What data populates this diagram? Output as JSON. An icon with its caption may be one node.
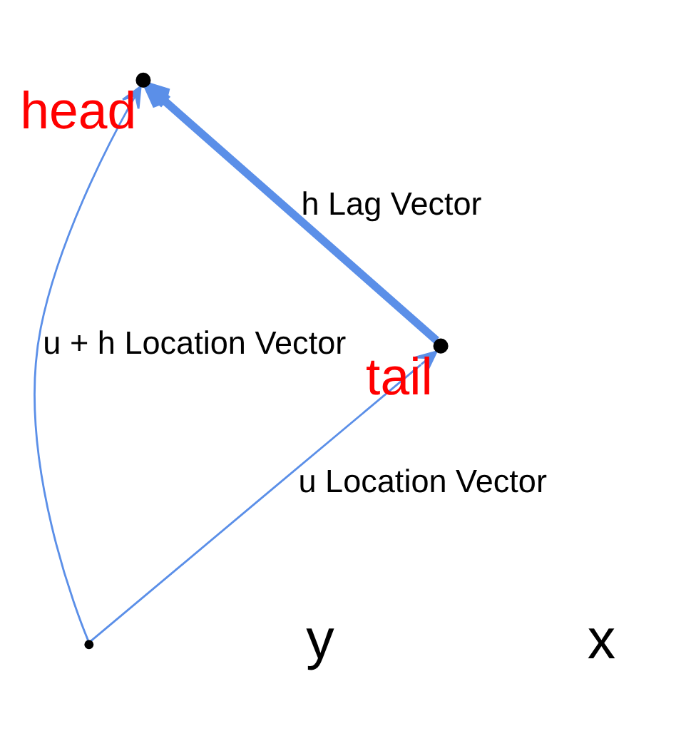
{
  "diagram": {
    "nodes": [
      {
        "text": [],
        "shape": "circle",
        "beside": [
          "head"
        ]
      },
      {
        "text": [],
        "shape": "circle",
        "beside": [
          "tail"
        ]
      },
      {
        "text": [],
        "shape": "cross"
      }
    ],
    "edges": [
      {
        "from": 1,
        "to": 0,
        "arrow": "to",
        "label": "h Lag Vector",
        "style": "thick"
      },
      {
        "from": 2,
        "to": 0,
        "arrow": "to",
        "label": "u + h Location Vector"
      },
      {
        "from": 2,
        "to": 1,
        "arrow": "to",
        "label": "u Location Vector"
      }
    ],
    "labels": [
      "y",
      "x"
    ]
  }
}
